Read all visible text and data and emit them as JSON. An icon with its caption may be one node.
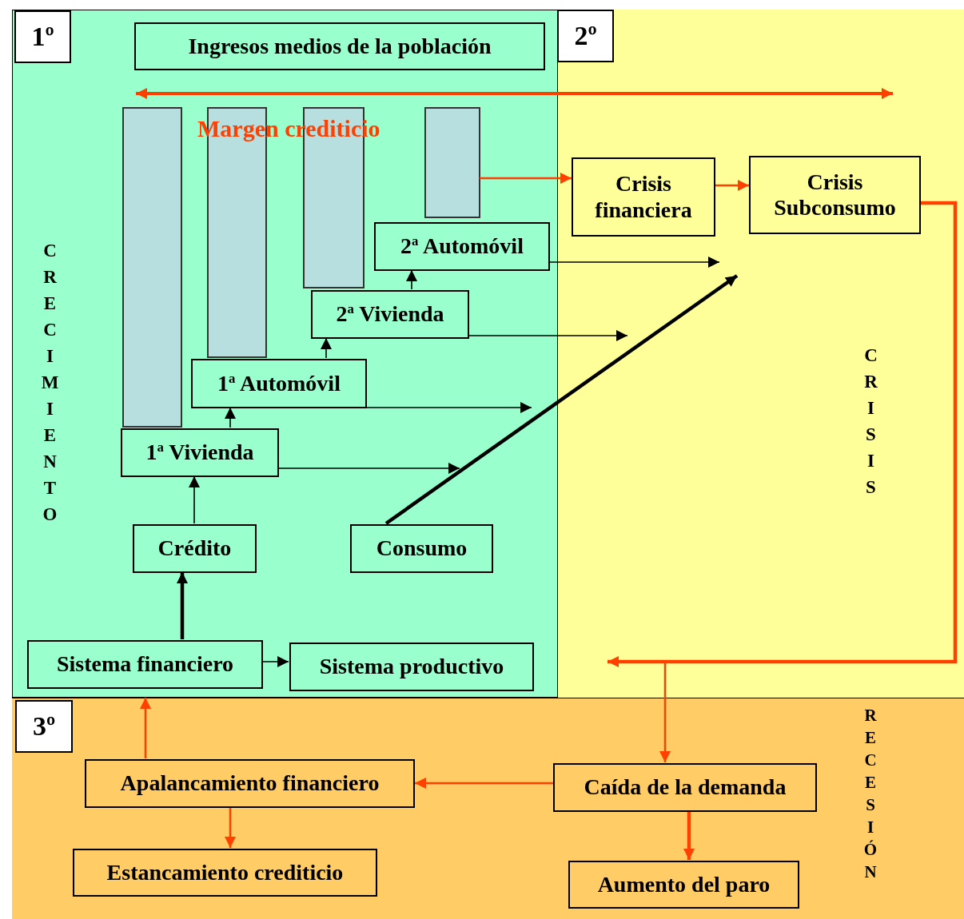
{
  "diagram": {
    "nodes": [
      {
        "text": [
          "CRECIMIENTO"
        ]
      },
      {
        "text": [
          "1º"
        ],
        "in": 0
      },
      {
        "text": [
          "Ingresos medios de la población"
        ],
        "in": 0
      },
      {
        "text": [],
        "shape": "bar",
        "in": 0
      },
      {
        "text": [],
        "shape": "bar",
        "in": 0
      },
      {
        "text": [],
        "shape": "bar",
        "in": 0
      },
      {
        "text": [],
        "shape": "bar",
        "in": 0
      },
      {
        "text": [
          "2$^{a}$ Automóvil"
        ],
        "in": 0
      },
      {
        "text": [
          "2$^{a}$ Vivienda"
        ],
        "in": 0
      },
      {
        "text": [
          "1$^{a}$ Automóvil"
        ],
        "in": 0
      },
      {
        "text": [
          "1$^{a}$ Vivienda"
        ],
        "in": 0
      },
      {
        "text": [
          "Crédito"
        ],
        "in": 0
      },
      {
        "text": [
          "Consumo"
        ],
        "in": 0
      },
      {
        "text": [
          "Sistema financiero"
        ],
        "in": 0
      },
      {
        "text": [
          "Sistema productivo"
        ],
        "in": 0
      },
      {
        "text": [
          "CRISIS"
        ]
      },
      {
        "text": [
          "2º"
        ],
        "in": 15
      },
      {
        "text": [
          "Crisis financiera"
        ],
        "in": 15
      },
      {
        "text": [
          "Crisis Subconsumo"
        ],
        "in": 15
      },
      {
        "text": [
          "RECESIÓN"
        ]
      },
      {
        "text": [
          "3º"
        ],
        "in": 19
      },
      {
        "text": [
          "Apalancamiento financiero"
        ],
        "in": 19
      },
      {
        "text": [
          "Estancamiento crediticio"
        ],
        "in": 19
      },
      {
        "text": [
          "Caída de la demanda"
        ],
        "in": 19
      },
      {
        "text": [
          "Aumento del paro"
        ],
        "in": 19
      }
    ],
    "edges": [
      {
        "from": 11,
        "to": 10,
        "arrow": "to"
      },
      {
        "from": 10,
        "to": 9,
        "arrow": "to"
      },
      {
        "from": 9,
        "to": 8,
        "arrow": "to"
      },
      {
        "from": 8,
        "to": 7,
        "arrow": "to"
      },
      {
        "from": 13,
        "to": 11,
        "arrow": "to",
        "style": "thick"
      },
      {
        "from": 13,
        "to": 14,
        "arrow": "to"
      },
      {
        "from": 10,
        "to": null,
        "arrow": "to"
      },
      {
        "from": 9,
        "to": null,
        "arrow": "to"
      },
      {
        "from": 8,
        "to": null,
        "arrow": "to"
      },
      {
        "from": 7,
        "to": null,
        "arrow": "to"
      },
      {
        "from": 12,
        "to": null,
        "arrow": "to",
        "style": "thick"
      },
      {
        "from": 6,
        "to": 17,
        "arrow": "to",
        "color": "#ff4000"
      },
      {
        "from": 17,
        "to": 18,
        "arrow": "to",
        "color": "#ff4000"
      },
      {
        "from": 18,
        "to": null,
        "arrow": "to",
        "style": "thick",
        "color": "#ff4000"
      },
      {
        "from": 18,
        "to": 23,
        "arrow": "to",
        "color": "#ff4000"
      },
      {
        "from": 23,
        "to": 21,
        "arrow": "to",
        "color": "#ff4000"
      },
      {
        "from": 23,
        "to": 24,
        "arrow": "to",
        "style": "thick",
        "color": "#ff4000"
      },
      {
        "from": 21,
        "to": 0,
        "arrow": "to",
        "color": "#ff4000"
      },
      {
        "from": 21,
        "to": 22,
        "arrow": "to",
        "color": "#ff4000"
      }
    ],
    "labels": [
      "Margen crediticio"
    ]
  }
}
